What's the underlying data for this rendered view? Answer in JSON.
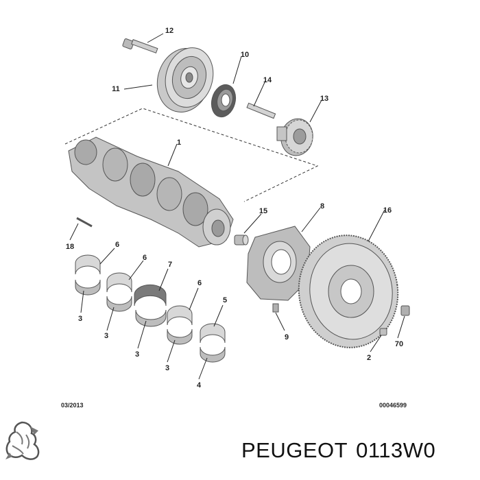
{
  "diagram": {
    "callouts": {
      "c12": "12",
      "c10": "10",
      "c11": "11",
      "c14": "14",
      "c13": "13",
      "c1": "1",
      "c15": "15",
      "c8": "8",
      "c16": "16",
      "c18": "18",
      "c6a": "6",
      "c6b": "6",
      "c7": "7",
      "c6c": "6",
      "c5": "5",
      "c3a": "3",
      "c3b": "3",
      "c3c": "3",
      "c3d": "3",
      "c4": "4",
      "c9": "9",
      "c70": "70",
      "c2": "2"
    },
    "date_code": "03/2013",
    "reference_code": "00046599"
  },
  "footer": {
    "brand": "PEUGEOT",
    "part_number": "0113W0",
    "logo_icon": "peugeot-lion-logo-icon"
  }
}
